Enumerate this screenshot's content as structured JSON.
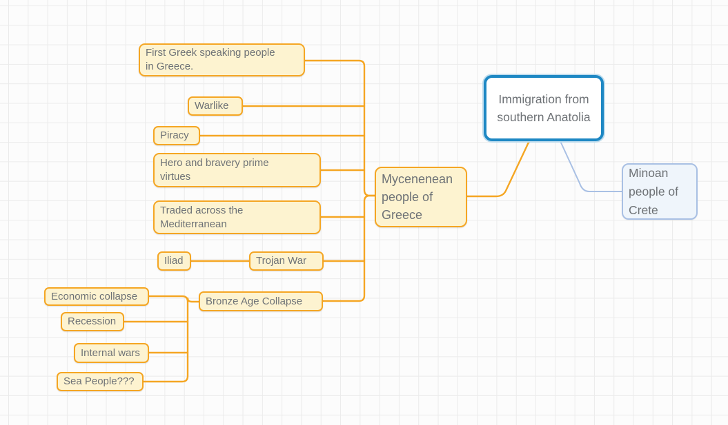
{
  "app": {
    "view": "mind-map-canvas"
  },
  "colors": {
    "canvas_bg": "#FCFCFC",
    "grid_line": "#EBEBEB",
    "topic_border": "#F5A623",
    "topic_fill": "#FDF3D0",
    "topic_text": "#6E7276",
    "selected_border": "#1E88C4",
    "selected_halo": "#BFDDEE",
    "selected_fill": "#FFFFFF",
    "blue_border": "#A9C0E4",
    "blue_fill": "#EFF5FB",
    "connector_orange": "#F5A623",
    "connector_blue": "#A9C0E4"
  },
  "topics": {
    "immigration": {
      "label": "Immigration from southern Anatolia",
      "selected": true
    },
    "mycenenean": {
      "label": "Mycenenean people of Greece"
    },
    "minoan": {
      "label": "Minoan people of Crete"
    },
    "first_greek": {
      "label": "First Greek speaking people in Greece."
    },
    "warlike": {
      "label": "Warlike"
    },
    "piracy": {
      "label": "Piracy"
    },
    "hero": {
      "label": "Hero and bravery prime virtues"
    },
    "traded": {
      "label": "Traded across the Mediterranean"
    },
    "trojan_war": {
      "label": "Trojan War"
    },
    "iliad": {
      "label": "Iliad"
    },
    "bronze_age": {
      "label": "Bronze Age Collapse"
    },
    "economic": {
      "label": "Economic collapse"
    },
    "recession": {
      "label": "Recession"
    },
    "internal_wars": {
      "label": "Internal wars"
    },
    "sea_people": {
      "label": "Sea People???"
    }
  },
  "edges": [
    {
      "from": "immigration",
      "to": "mycenenean",
      "color": "orange"
    },
    {
      "from": "immigration",
      "to": "minoan",
      "color": "blue"
    },
    {
      "from": "mycenenean",
      "to": "first_greek",
      "color": "orange"
    },
    {
      "from": "mycenenean",
      "to": "warlike",
      "color": "orange"
    },
    {
      "from": "mycenenean",
      "to": "piracy",
      "color": "orange"
    },
    {
      "from": "mycenenean",
      "to": "hero",
      "color": "orange"
    },
    {
      "from": "mycenenean",
      "to": "traded",
      "color": "orange"
    },
    {
      "from": "mycenenean",
      "to": "trojan_war",
      "color": "orange"
    },
    {
      "from": "trojan_war",
      "to": "iliad",
      "color": "orange"
    },
    {
      "from": "mycenenean",
      "to": "bronze_age",
      "color": "orange"
    },
    {
      "from": "bronze_age",
      "to": "economic",
      "color": "orange"
    },
    {
      "from": "bronze_age",
      "to": "recession",
      "color": "orange"
    },
    {
      "from": "bronze_age",
      "to": "internal_wars",
      "color": "orange"
    },
    {
      "from": "bronze_age",
      "to": "sea_people",
      "color": "orange"
    }
  ]
}
